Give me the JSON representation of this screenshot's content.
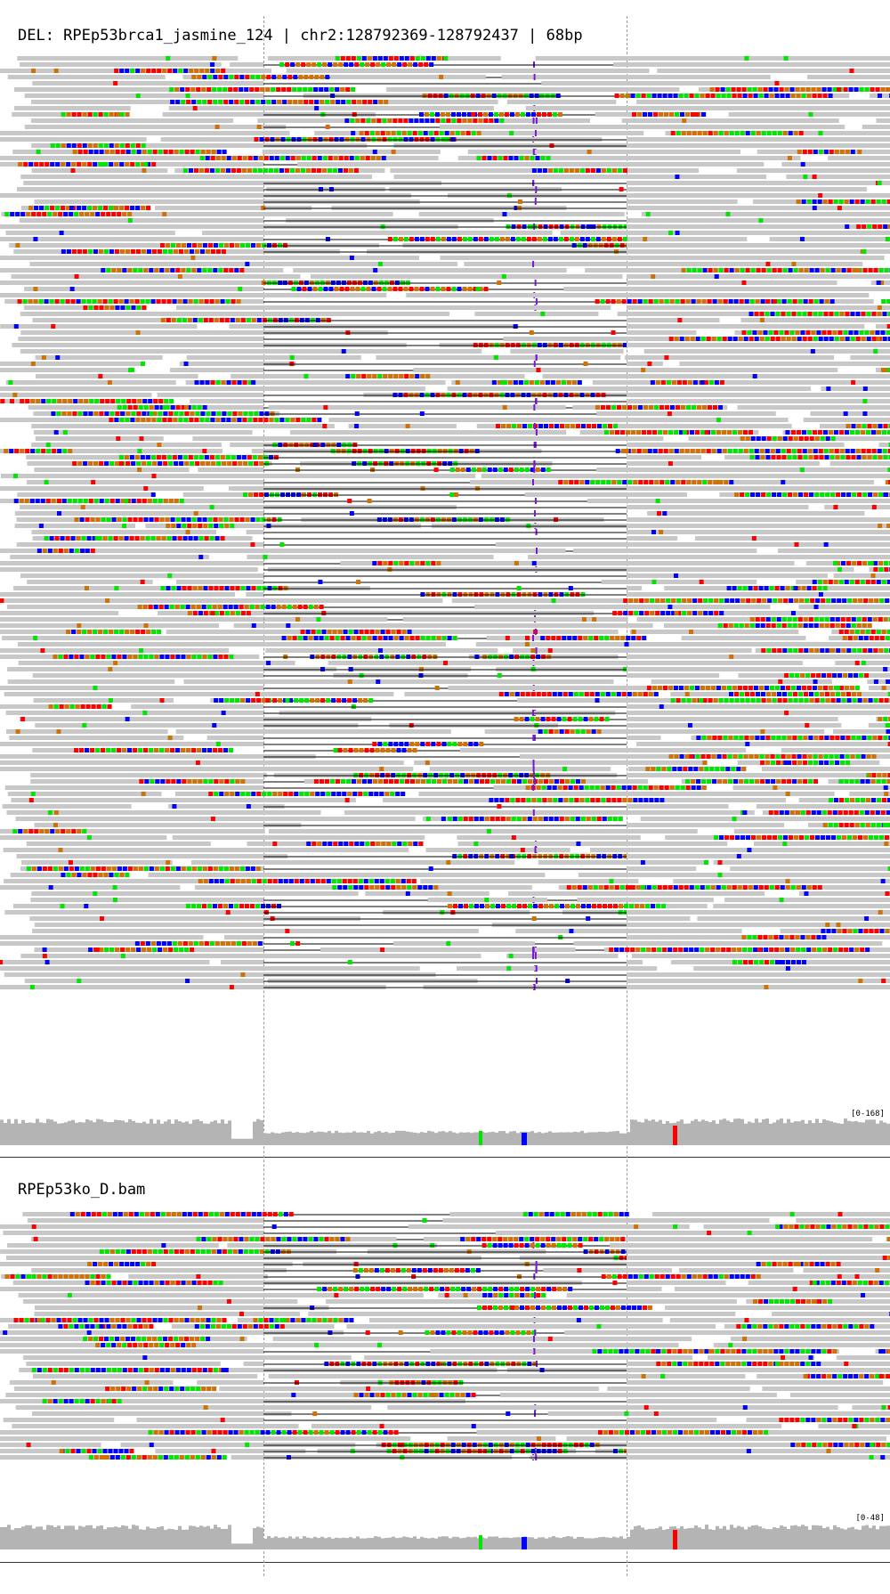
{
  "panel1": {
    "title": "DEL: RPEp53brca1_jasmine_124 | chr2:128792369-128792437 | 68bp",
    "coverage_scale": "[0-168]"
  },
  "panel2": {
    "title": "RPEp53ko_D.bam",
    "coverage_scale": "[0-48]"
  },
  "colors": {
    "read": "#c8c8c8",
    "A": "#00e600",
    "C": "#0000ff",
    "G": "#d17105",
    "T": "#ff0000",
    "insertion": "#7a17d6",
    "coverage": "#b4b4b4"
  }
}
